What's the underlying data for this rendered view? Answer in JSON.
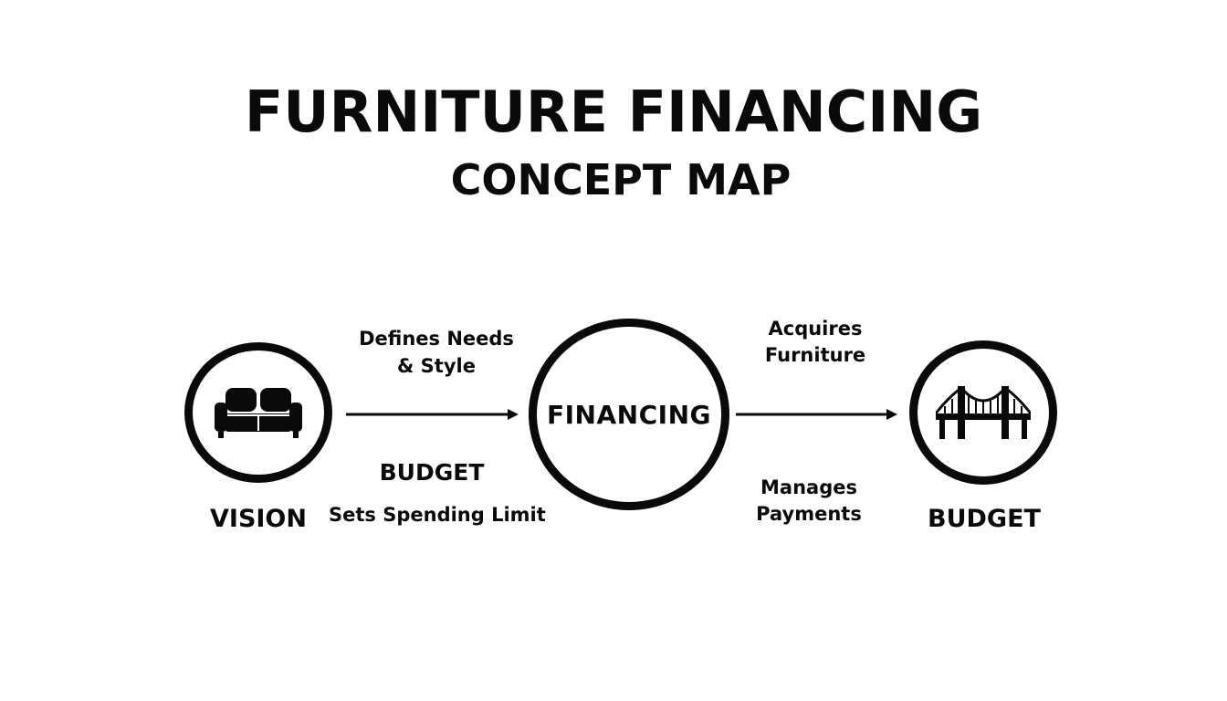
{
  "diagram": {
    "title": "FURNITURE FINANCING",
    "subtitle": "CONCEPT MAP",
    "nodes": {
      "vision": {
        "label": "VISION",
        "icon": "sofa-icon"
      },
      "financing": {
        "label": "FINANCING"
      },
      "budget": {
        "label": "BUDGET",
        "icon": "bridge-icon"
      }
    },
    "edges": {
      "vision_to_financing": {
        "label_top": "Defines Needs & Style",
        "label_mid": "BUDGET",
        "label_bottom": "Sets Spending Limit"
      },
      "financing_to_budget": {
        "label_top": "Acquires Furniture",
        "label_bottom": "Manages Payments"
      }
    },
    "colors": {
      "ink": "#0a0a0a",
      "background": "#ffffff"
    }
  }
}
